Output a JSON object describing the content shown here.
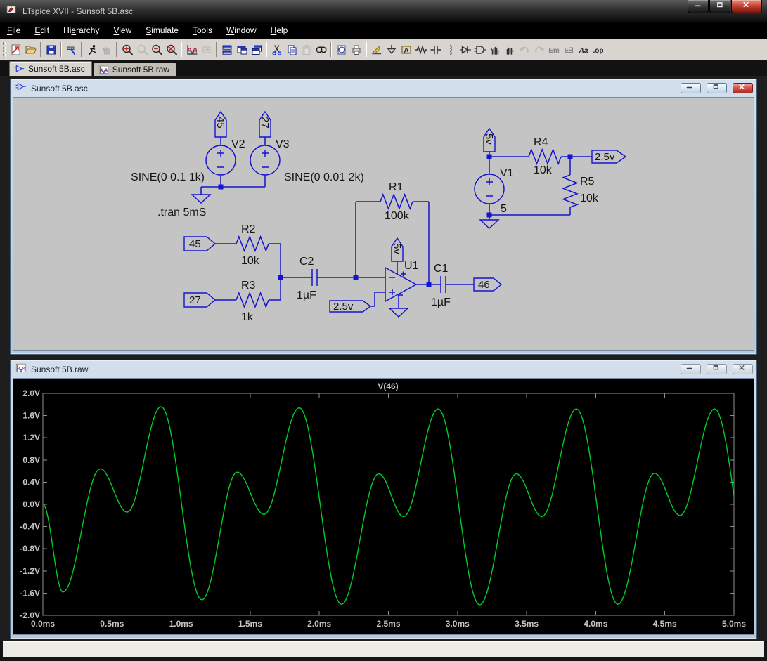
{
  "window": {
    "title": "LTspice XVII - Sunsoft 5B.asc",
    "buttons": [
      "minimize",
      "restore",
      "close"
    ]
  },
  "menu": {
    "items": [
      {
        "label": "File",
        "u": 0
      },
      {
        "label": "Edit",
        "u": 0
      },
      {
        "label": "Hierarchy",
        "u": 2
      },
      {
        "label": "View",
        "u": 0
      },
      {
        "label": "Simulate",
        "u": 0
      },
      {
        "label": "Tools",
        "u": 0
      },
      {
        "label": "Window",
        "u": 0
      },
      {
        "label": "Help",
        "u": 0
      }
    ]
  },
  "toolbar": {
    "items": [
      {
        "name": "new-schematic"
      },
      {
        "name": "open"
      },
      {
        "sep": true
      },
      {
        "name": "save"
      },
      {
        "sep": true
      },
      {
        "name": "control-panel"
      },
      {
        "sep": true
      },
      {
        "name": "run"
      },
      {
        "name": "halt",
        "disabled": true
      },
      {
        "sep": true
      },
      {
        "name": "zoom-area"
      },
      {
        "name": "zoom-back",
        "disabled": true
      },
      {
        "name": "zoom-out"
      },
      {
        "name": "zoom-full-extents"
      },
      {
        "sep": true
      },
      {
        "name": "autorange"
      },
      {
        "name": "pan",
        "disabled": true
      },
      {
        "sep": true
      },
      {
        "name": "tile-horizontal"
      },
      {
        "name": "tile-vertical"
      },
      {
        "name": "cascade"
      },
      {
        "sep": true
      },
      {
        "name": "cut"
      },
      {
        "name": "copy"
      },
      {
        "name": "paste",
        "disabled": true
      },
      {
        "name": "find"
      },
      {
        "sep": true
      },
      {
        "name": "copy-bitmap"
      },
      {
        "name": "print"
      },
      {
        "sep": true
      },
      {
        "name": "wire"
      },
      {
        "name": "ground"
      },
      {
        "name": "label-net",
        "glyph": "A"
      },
      {
        "name": "resistor"
      },
      {
        "name": "capacitor"
      },
      {
        "name": "inductor"
      },
      {
        "name": "diode"
      },
      {
        "name": "component"
      },
      {
        "name": "move"
      },
      {
        "name": "drag"
      },
      {
        "name": "undo",
        "disabled": true
      },
      {
        "name": "redo",
        "disabled": true
      },
      {
        "name": "mirror",
        "glyph": "Em",
        "disabled": true
      },
      {
        "name": "rotate",
        "glyph": "E∃",
        "disabled": true
      },
      {
        "name": "text",
        "glyph": "Aa"
      },
      {
        "name": "spice-directive",
        "glyph": ".op"
      }
    ]
  },
  "tabs": {
    "items": [
      {
        "label": "Sunsoft 5B.asc",
        "icon": "schematic-doc",
        "active": true
      },
      {
        "label": "Sunsoft 5B.raw",
        "icon": "waveform-doc",
        "active": false
      }
    ]
  },
  "schematic": {
    "title": "Sunsoft 5B.asc",
    "directive": ".tran 5mS",
    "sources": [
      {
        "name": "V2",
        "value": "SINE(0 0.1 1k)"
      },
      {
        "name": "V3",
        "value": "SINE(0 0.01 2k)"
      },
      {
        "name": "V1",
        "value": "5"
      }
    ],
    "resistors": [
      {
        "name": "R1",
        "value": "100k"
      },
      {
        "name": "R2",
        "value": "10k"
      },
      {
        "name": "R3",
        "value": "1k"
      },
      {
        "name": "R4",
        "value": "10k"
      },
      {
        "name": "R5",
        "value": "10k"
      }
    ],
    "capacitors": [
      {
        "name": "C1",
        "value": "1µF"
      },
      {
        "name": "C2",
        "value": "1µF"
      }
    ],
    "opamp": {
      "name": "U1"
    },
    "flags": [
      {
        "label": "45"
      },
      {
        "label": "27"
      },
      {
        "label": "45"
      },
      {
        "label": "27"
      },
      {
        "label": "5v"
      },
      {
        "label": "2.5v"
      },
      {
        "label": "46"
      },
      {
        "label": "5v"
      },
      {
        "label": "2.5v"
      }
    ]
  },
  "waveform_window": {
    "title": "Sunsoft 5B.raw",
    "plot_title": "V(46)"
  },
  "chart_data": {
    "type": "line",
    "title": "V(46)",
    "x_unit": "ms",
    "y_unit": "V",
    "xlim": [
      0,
      5
    ],
    "ylim": [
      -2,
      2
    ],
    "grid": false,
    "legend": "top-center-title",
    "x_tick_labels": [
      "0.0ms",
      "0.5ms",
      "1.0ms",
      "1.5ms",
      "2.0ms",
      "2.5ms",
      "3.0ms",
      "3.5ms",
      "4.0ms",
      "4.5ms",
      "5.0ms"
    ],
    "y_tick_labels": [
      "2.0V",
      "1.6V",
      "1.2V",
      "0.8V",
      "0.4V",
      "0.0V",
      "-0.4V",
      "-0.8V",
      "-1.2V",
      "-1.6V",
      "-2.0V"
    ],
    "series": [
      {
        "name": "V(46)",
        "color": "#00cd28",
        "interpolation": "cosine-between-extrema",
        "points": [
          [
            0.0,
            0.0
          ],
          [
            0.145,
            -1.58
          ],
          [
            0.415,
            0.64
          ],
          [
            0.61,
            -0.14
          ],
          [
            0.855,
            1.76
          ],
          [
            1.15,
            -1.72
          ],
          [
            1.405,
            0.58
          ],
          [
            1.6,
            -0.18
          ],
          [
            1.855,
            1.74
          ],
          [
            2.16,
            -1.8
          ],
          [
            2.43,
            0.55
          ],
          [
            2.61,
            -0.22
          ],
          [
            2.86,
            1.72
          ],
          [
            3.16,
            -1.81
          ],
          [
            3.425,
            0.55
          ],
          [
            3.61,
            -0.22
          ],
          [
            3.86,
            1.72
          ],
          [
            4.16,
            -1.8
          ],
          [
            4.425,
            0.56
          ],
          [
            4.61,
            -0.2
          ],
          [
            4.86,
            1.72
          ],
          [
            5.16,
            -1.8
          ]
        ]
      }
    ]
  },
  "status_bar": {
    "text": ""
  },
  "colors": {
    "trace_green": "#00cd28",
    "schematic_blue": "#1414cf",
    "schematic_bg": "#c4c4c4",
    "plot_bg": "#000000",
    "titlebar_close_red": "#c44434"
  }
}
